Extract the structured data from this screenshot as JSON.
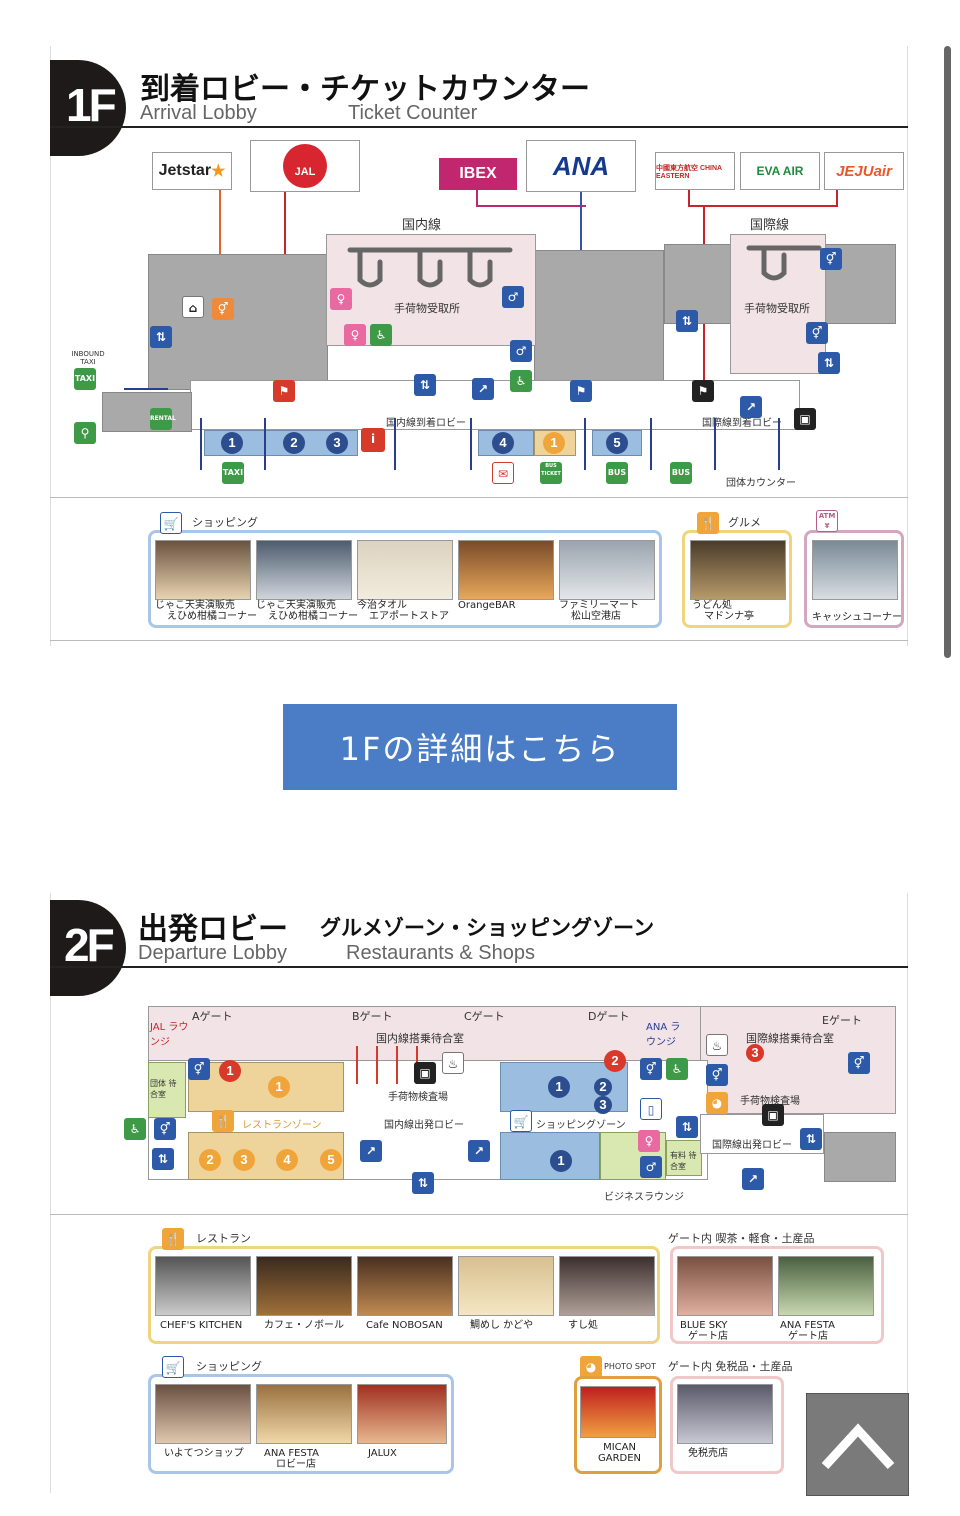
{
  "floor1": {
    "badge": "1F",
    "title": "到着ロビー・チケットカウンター",
    "sub_left": "Arrival Lobby",
    "sub_right": "Ticket Counter",
    "airlines": [
      "Jetstar",
      "JAL",
      "IBEX",
      "ANA",
      "中國東方航空 CHINA EASTERN",
      "EVA AIR",
      "JEJUair"
    ],
    "labels": {
      "domestic": "国内線",
      "international": "国際線",
      "baggage_claim": "手荷物受取所",
      "baggage_claim_intl": "手荷物受取所",
      "dom_arrival": "国内線到着ロビー",
      "intl_arrival": "国際線到着ロビー",
      "group_counter": "団体カウンター",
      "inbound_taxi": "INBOUND TAXI",
      "taxi": "TAXI",
      "bus": "BUS",
      "bus_ticket": "BUS TICKET",
      "rental": "RENTAL"
    },
    "shopping": {
      "heading": "ショッピング",
      "items": [
        {
          "num": "1",
          "line1": "じゃこ天実演販売",
          "line2": "えひめ柑橘コーナー"
        },
        {
          "num": "2",
          "line1": "じゃこ天実演販売",
          "line2": "えひめ柑橘コーナー"
        },
        {
          "num": "3",
          "line1": "今治タオル",
          "line2": "エアポートストア"
        },
        {
          "num": "4",
          "line1": "OrangeBAR",
          "line2": ""
        },
        {
          "num": "5",
          "line1": "ファミリーマート",
          "line2": "松山空港店"
        }
      ]
    },
    "gourmet": {
      "heading": "グルメ",
      "line1": "うどん処",
      "line2": "マドンナ亭",
      "num": "1"
    },
    "atm": {
      "heading": "ATM",
      "caption": "キャッシュコーナー"
    }
  },
  "cta": {
    "label": "1Fの詳細はこちら"
  },
  "floor2": {
    "badge": "2F",
    "title": "出発ロビー",
    "title2": "グルメゾーン・ショッピングゾーン",
    "sub_left": "Departure Lobby",
    "sub_right": "Restaurants & Shops",
    "labels": {
      "gate_a": "Aゲート",
      "gate_b": "Bゲート",
      "gate_c": "Cゲート",
      "gate_d": "Dゲート",
      "gate_e": "Eゲート",
      "jal_lounge": "JAL ラウンジ",
      "ana_lounge": "ANA ラウンジ",
      "dom_waiting": "国内線搭乗待合室",
      "intl_waiting": "国際線搭乗待合室",
      "group_waiting": "団体 待合室",
      "baggage_check": "手荷物検査場",
      "baggage_check_intl": "手荷物検査場",
      "restaurant_zone": "レストランゾーン",
      "dom_departure": "国内線出発ロビー",
      "shopping_zone": "ショッピングゾーン",
      "intl_departure": "国際線出発ロビー",
      "paid_waiting": "有料 待合室",
      "business_lounge": "ビジネスラウンジ"
    },
    "restaurants": {
      "heading": "レストラン",
      "items": [
        {
          "num": "1",
          "name": "CHEF'S KITCHEN"
        },
        {
          "num": "2",
          "name": "カフェ・ノボール"
        },
        {
          "num": "3",
          "name": "Cafe NOBOSAN"
        },
        {
          "num": "4",
          "name": "鯛めし かどや"
        },
        {
          "num": "5",
          "name": "すし処"
        }
      ]
    },
    "gate_cafe": {
      "heading": "ゲート内 喫茶・軽食・土産品",
      "items": [
        {
          "num": "1",
          "line1": "BLUE SKY",
          "line2": "ゲート店"
        },
        {
          "num": "2",
          "line1": "ANA FESTA",
          "line2": "ゲート店"
        }
      ]
    },
    "shopping": {
      "heading": "ショッピング",
      "items": [
        {
          "num": "1",
          "line1": "いよてつショップ",
          "line2": ""
        },
        {
          "num": "2",
          "line1": "ANA FESTA",
          "line2": "ロビー店"
        },
        {
          "num": "3",
          "line1": "JALUX",
          "line2": ""
        }
      ]
    },
    "photo": {
      "heading": "PHOTO SPOT",
      "line1": "MICAN",
      "line2": "GARDEN"
    },
    "dutyfree": {
      "heading": "ゲート内 免税品・土産品",
      "num": "3",
      "name": "免税売店"
    }
  }
}
